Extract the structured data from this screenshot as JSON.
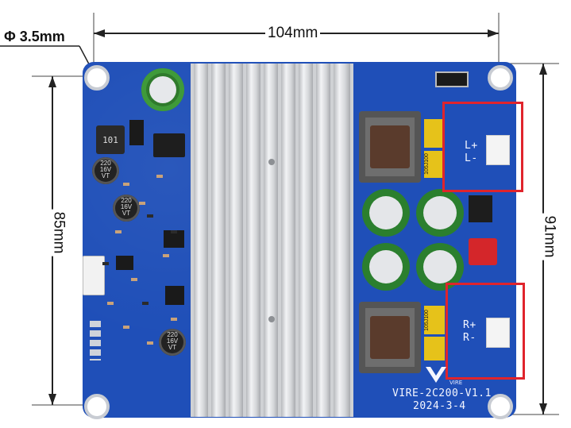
{
  "dimensions": {
    "hole_diameter": "Φ 3.5mm",
    "width_top": "104mm",
    "height_left": "85mm",
    "height_right": "91mm"
  },
  "board": {
    "model": "VIRE-2C200-V1.1",
    "date": "2024-3-4",
    "brand_mark": "VIRE",
    "colors": {
      "pcb": "#1f4fb8",
      "heatsink": "#d9dadc",
      "highlight_box": "#e0242c"
    }
  },
  "components": {
    "inductor_label": "101",
    "cap_small_1": [
      "220",
      "16V",
      "VT"
    ],
    "cap_small_2": [
      "220",
      "16V",
      "VT"
    ],
    "cap_small_3": [
      "220",
      "16V",
      "VT"
    ],
    "film_cap_label": "105J100",
    "left_channel_marks": [
      "L+",
      "L-"
    ],
    "right_channel_marks": [
      "R+",
      "R-"
    ]
  }
}
